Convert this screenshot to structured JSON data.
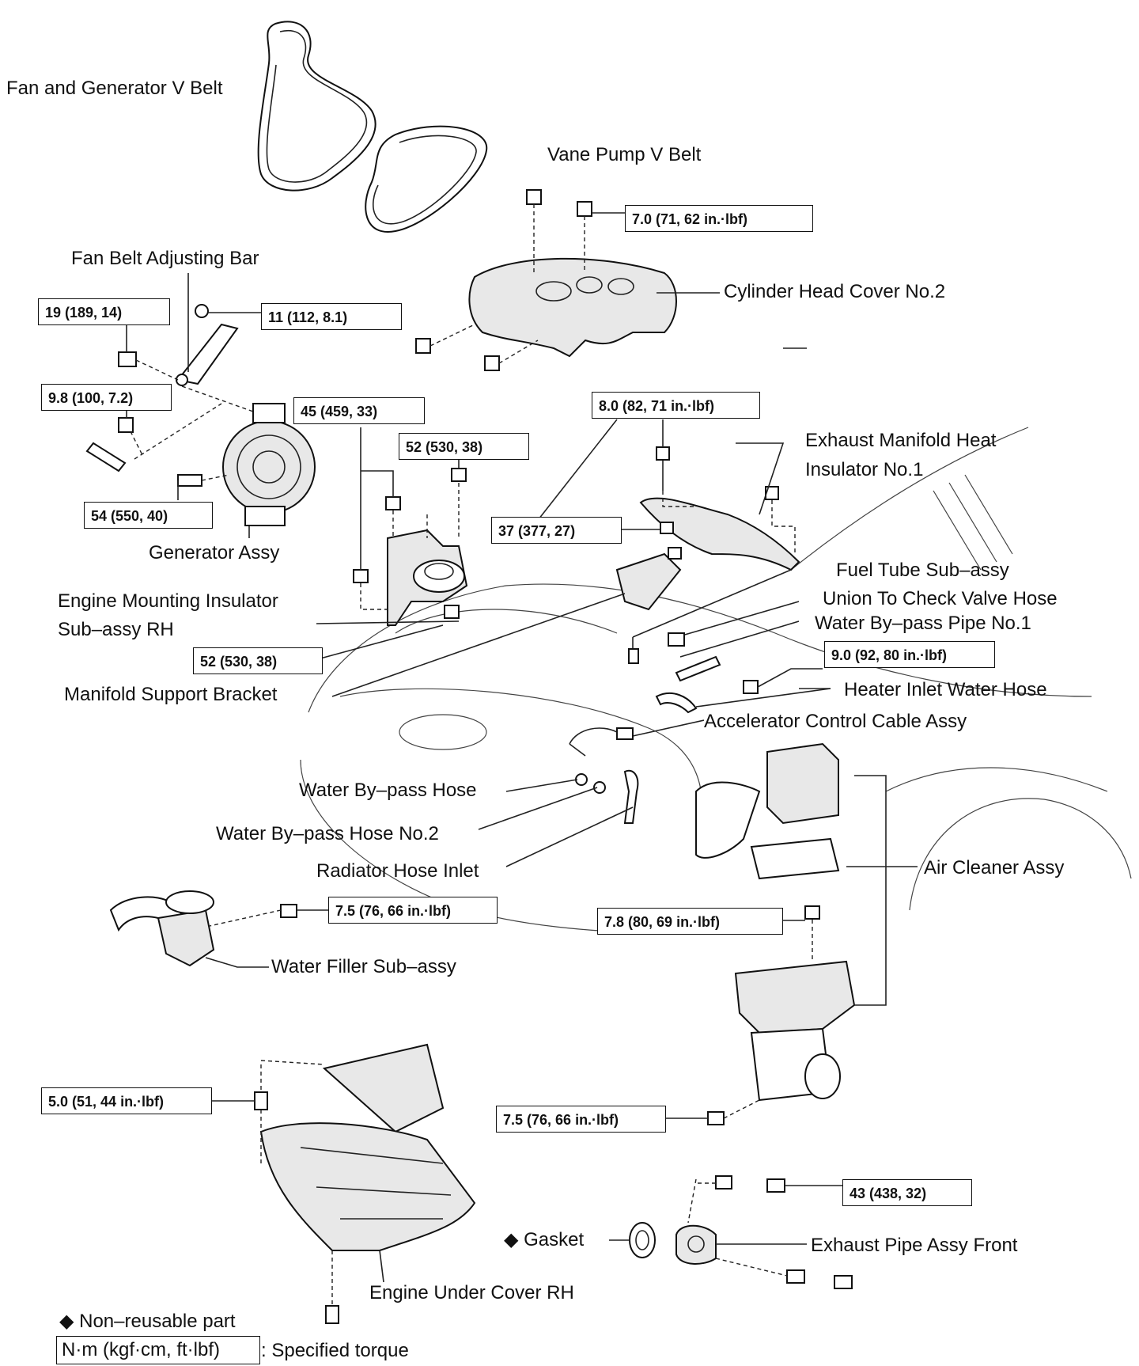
{
  "labels": {
    "fan_gen_belt": "Fan and Generator V Belt",
    "vane_pump_belt": "Vane Pump V Belt",
    "fan_belt_bar": "Fan Belt Adjusting Bar",
    "cyl_head_cover": "Cylinder Head Cover No.2",
    "exh_manifold_insul_1": "Exhaust  Manifold  Heat",
    "exh_manifold_insul_2": "Insulator No.1",
    "generator": "Generator Assy",
    "engine_mount_1": "Engine Mounting Insulator",
    "engine_mount_2": "Sub–assy RH",
    "fuel_tube": "Fuel Tube Sub–assy",
    "union_check": "Union To Check Valve Hose",
    "water_bypass_pipe": "Water By–pass Pipe No.1",
    "manifold_bracket": "Manifold Support Bracket",
    "heater_inlet": "Heater Inlet Water Hose",
    "accel_cable": "Accelerator Control Cable Assy",
    "water_bypass_hose": "Water By–pass Hose",
    "water_bypass_hose2": "Water By–pass Hose No.2",
    "radiator_inlet": "Radiator Hose Inlet",
    "air_cleaner": "Air Cleaner Assy",
    "water_filler": "Water Filler Sub–assy",
    "gasket": "◆ Gasket",
    "exhaust_pipe": "Exhaust Pipe Assy Front",
    "under_cover": "Engine Under Cover RH"
  },
  "torques": {
    "t_cover": "7.0 (71, 62 in.·lbf)",
    "t_19": "19 (189, 14)",
    "t_11": "11 (112, 8.1)",
    "t_98": "9.8 (100, 7.2)",
    "t_45": "45 (459, 33)",
    "t_80": "8.0 (82, 71 in.·lbf)",
    "t_52a": "52 (530, 38)",
    "t_54": "54 (550, 40)",
    "t_37": "37 (377, 27)",
    "t_52b": "52 (530, 38)",
    "t_90": "9.0 (92, 80 in.·lbf)",
    "t_75a": "7.5 (76, 66 in.·lbf)",
    "t_78": "7.8 (80, 69 in.·lbf)",
    "t_50": "5.0 (51, 44 in.·lbf)",
    "t_75b": "7.5 (76, 66 in.·lbf)",
    "t_43": "43 (438, 32)"
  },
  "legend": {
    "nonreusable": "◆ Non–reusable part",
    "unit_box": "N·m (kgf·cm, ft·lbf)",
    "unit_desc": ": Specified torque"
  }
}
